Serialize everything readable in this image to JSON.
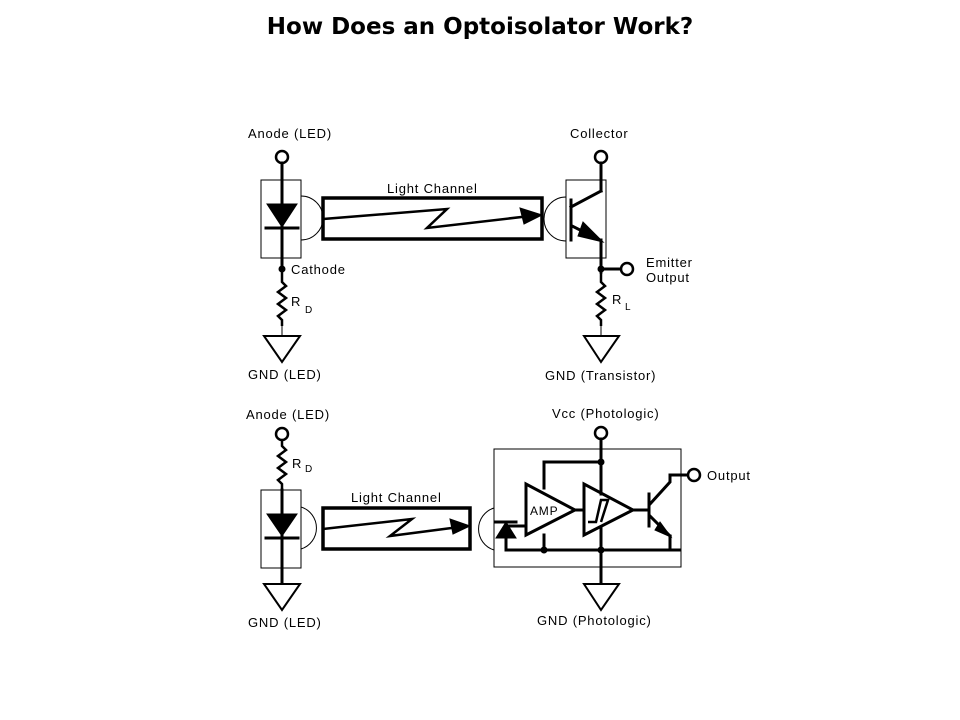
{
  "title": "How Does an Optoisolator Work?",
  "colors": {
    "ink": "#000000",
    "background": "#ffffff"
  },
  "top_circuit": {
    "anode_label": "Anode (LED)",
    "cathode_label": "Cathode",
    "led_resistor_label": "R",
    "led_resistor_subscript": "D",
    "led_ground_label": "GND (LED)",
    "channel_label": "Light Channel",
    "collector_label": "Collector",
    "emitter_output_label_line1": "Emitter",
    "emitter_output_label_line2": "Output",
    "load_resistor_label": "R",
    "load_resistor_subscript": "L",
    "transistor_ground_label": "GND (Transistor)"
  },
  "bottom_circuit": {
    "anode_label": "Anode (LED)",
    "led_resistor_label": "R",
    "led_resistor_subscript": "D",
    "led_ground_label": "GND (LED)",
    "channel_label": "Light Channel",
    "vcc_label": "Vcc (Photologic)",
    "amp_label": "AMP",
    "output_label": "Output",
    "photologic_ground_label": "GND (Photologic)"
  }
}
